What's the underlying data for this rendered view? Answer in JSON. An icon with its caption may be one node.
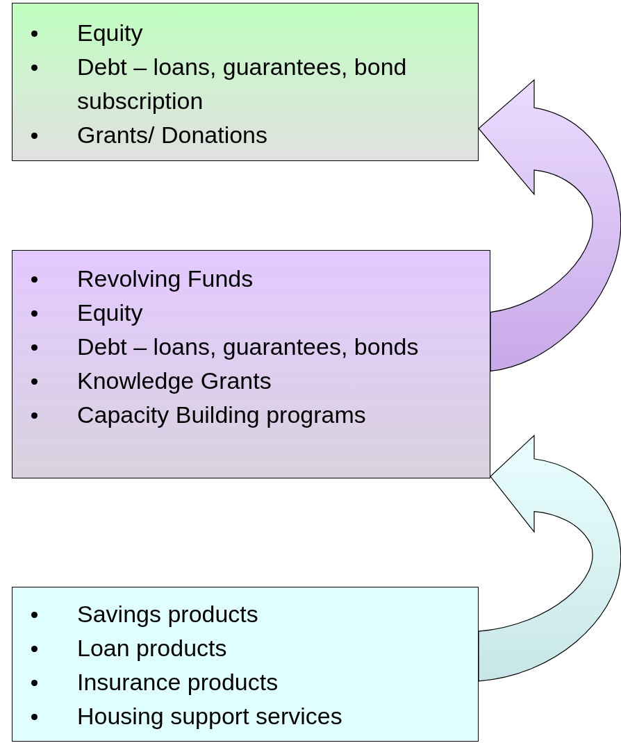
{
  "diagram": {
    "nodes": [
      {
        "text": [
          "Equity",
          "Debt – loans, guarantees, bond subscription",
          "Grants/ Donations"
        ]
      },
      {
        "text": [
          "Revolving Funds",
          "Equity",
          "Debt – loans, guarantees, bonds",
          "Knowledge Grants",
          "Capacity Building programs"
        ]
      },
      {
        "text": [
          "Savings products",
          "Loan products",
          "Insurance products",
          "Housing support services"
        ]
      }
    ],
    "edges": [
      {
        "from": 1,
        "to": 0,
        "arrow": "to"
      },
      {
        "from": 2,
        "to": 1,
        "arrow": "to"
      }
    ]
  }
}
